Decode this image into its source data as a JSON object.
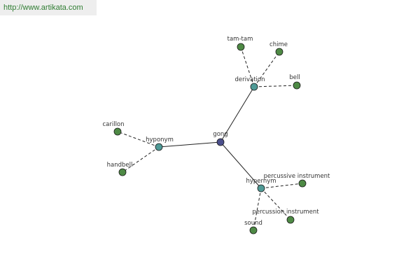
{
  "header": {
    "source_url": "http://www.artikata.com"
  },
  "graph": {
    "center": "gong",
    "colors": {
      "center_node": "#4b4f8c",
      "relation_node": "#4f9a96",
      "leaf_node": "#4e8a45",
      "edge": "#222222",
      "label": "#333333"
    },
    "relations": [
      {
        "id": "derivation",
        "label": "derivation",
        "leaves": [
          {
            "id": "tam-tam",
            "label": "tam-tam"
          },
          {
            "id": "chime",
            "label": "chime"
          },
          {
            "id": "bell",
            "label": "bell"
          }
        ]
      },
      {
        "id": "hyponym",
        "label": "hyponym",
        "leaves": [
          {
            "id": "carillon",
            "label": "carillon"
          },
          {
            "id": "handbell",
            "label": "handbell"
          }
        ]
      },
      {
        "id": "hypernym",
        "label": "hypernym",
        "leaves": [
          {
            "id": "percussive-instrument",
            "label": "percussive instrument"
          },
          {
            "id": "percussion-instrument",
            "label": "percussion instrument"
          },
          {
            "id": "sound",
            "label": "sound"
          }
        ]
      }
    ]
  }
}
